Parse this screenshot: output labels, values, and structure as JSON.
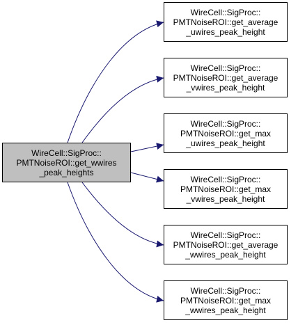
{
  "colors": {
    "edge": "#191970",
    "source_fill": "#bfbfbf",
    "node_fill": "#ffffff",
    "border": "#000000"
  },
  "source_node": {
    "lines": [
      "WireCell::SigProc::",
      "PMTNoiseROI::get_wwires",
      "_peak_heights"
    ]
  },
  "callees": [
    {
      "lines": [
        "WireCell::SigProc::",
        "PMTNoiseROI::get_average",
        "_uwires_peak_height"
      ]
    },
    {
      "lines": [
        "WireCell::SigProc::",
        "PMTNoiseROI::get_average",
        "_vwires_peak_height"
      ]
    },
    {
      "lines": [
        "WireCell::SigProc::",
        "PMTNoiseROI::get_max",
        "_uwires_peak_height"
      ]
    },
    {
      "lines": [
        "WireCell::SigProc::",
        "PMTNoiseROI::get_max",
        "_vwires_peak_height"
      ]
    },
    {
      "lines": [
        "WireCell::SigProc::",
        "PMTNoiseROI::get_average",
        "_wwires_peak_height"
      ]
    },
    {
      "lines": [
        "WireCell::SigProc::",
        "PMTNoiseROI::get_max",
        "_wwires_peak_height"
      ]
    }
  ]
}
